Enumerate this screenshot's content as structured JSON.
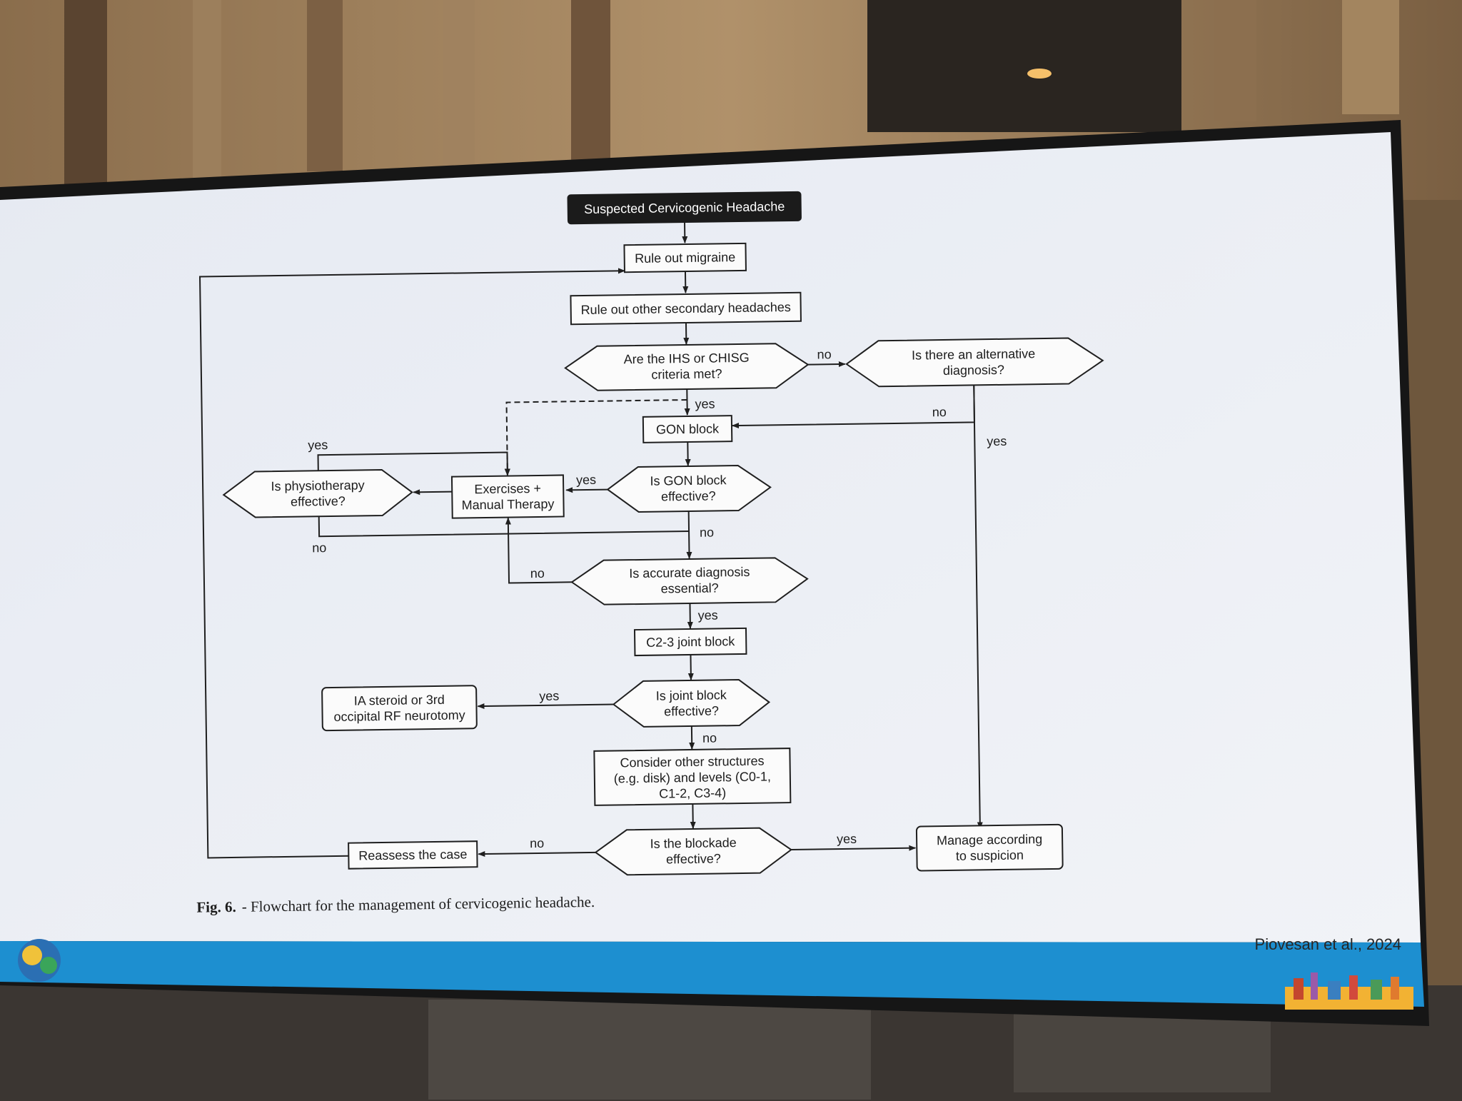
{
  "flowchart": {
    "nodes": {
      "start": {
        "text": "Suspected Cervicogenic Headache"
      },
      "rule_out_migraine": {
        "text": "Rule out migraine"
      },
      "rule_out_secondary": {
        "text": "Rule out other secondary headaches"
      },
      "criteria_met": {
        "line1": "Are the IHS or CHISG",
        "line2": "criteria met?"
      },
      "alternative_dx": {
        "line1": "Is there an alternative",
        "line2": "diagnosis?"
      },
      "gon_block": {
        "text": "GON block"
      },
      "gon_effective": {
        "line1": "Is GON block",
        "line2": "effective?"
      },
      "exercises": {
        "line1": "Exercises +",
        "line2": "Manual Therapy"
      },
      "physio_effective": {
        "line1": "Is physiotherapy",
        "line2": "effective?"
      },
      "diagnosis_essential": {
        "line1": "Is accurate diagnosis",
        "line2": "essential?"
      },
      "c23_block": {
        "text": "C2-3 joint block"
      },
      "joint_effective": {
        "line1": "Is joint block",
        "line2": "effective?"
      },
      "ia_steroid": {
        "line1": "IA steroid or 3rd",
        "line2": "occipital RF neurotomy"
      },
      "consider_other": {
        "line1": "Consider other structures",
        "line2": "(e.g. disk) and levels (C0-1,",
        "line3": "C1-2, C3-4)"
      },
      "blockade_effective": {
        "line1": "Is the blockade",
        "line2": "effective?"
      },
      "reassess": {
        "text": "Reassess the case"
      },
      "manage": {
        "line1": "Manage according",
        "line2": "to suspicion"
      }
    },
    "edge_labels": {
      "criteria_no": "no",
      "criteria_yes": "yes",
      "alternative_no": "no",
      "alternative_yes": "yes",
      "physio_yes": "yes",
      "physio_no": "no",
      "gon_yes": "yes",
      "gon_no": "no",
      "diagnosis_no": "no",
      "diagnosis_yes": "yes",
      "joint_yes": "yes",
      "joint_no": "no",
      "blockade_no": "no",
      "blockade_yes": "yes"
    }
  },
  "caption": {
    "label": "Fig. 6.",
    "text": "- Flowchart for the management of cervicogenic headache."
  },
  "credit": "Piovesan et al., 2024"
}
